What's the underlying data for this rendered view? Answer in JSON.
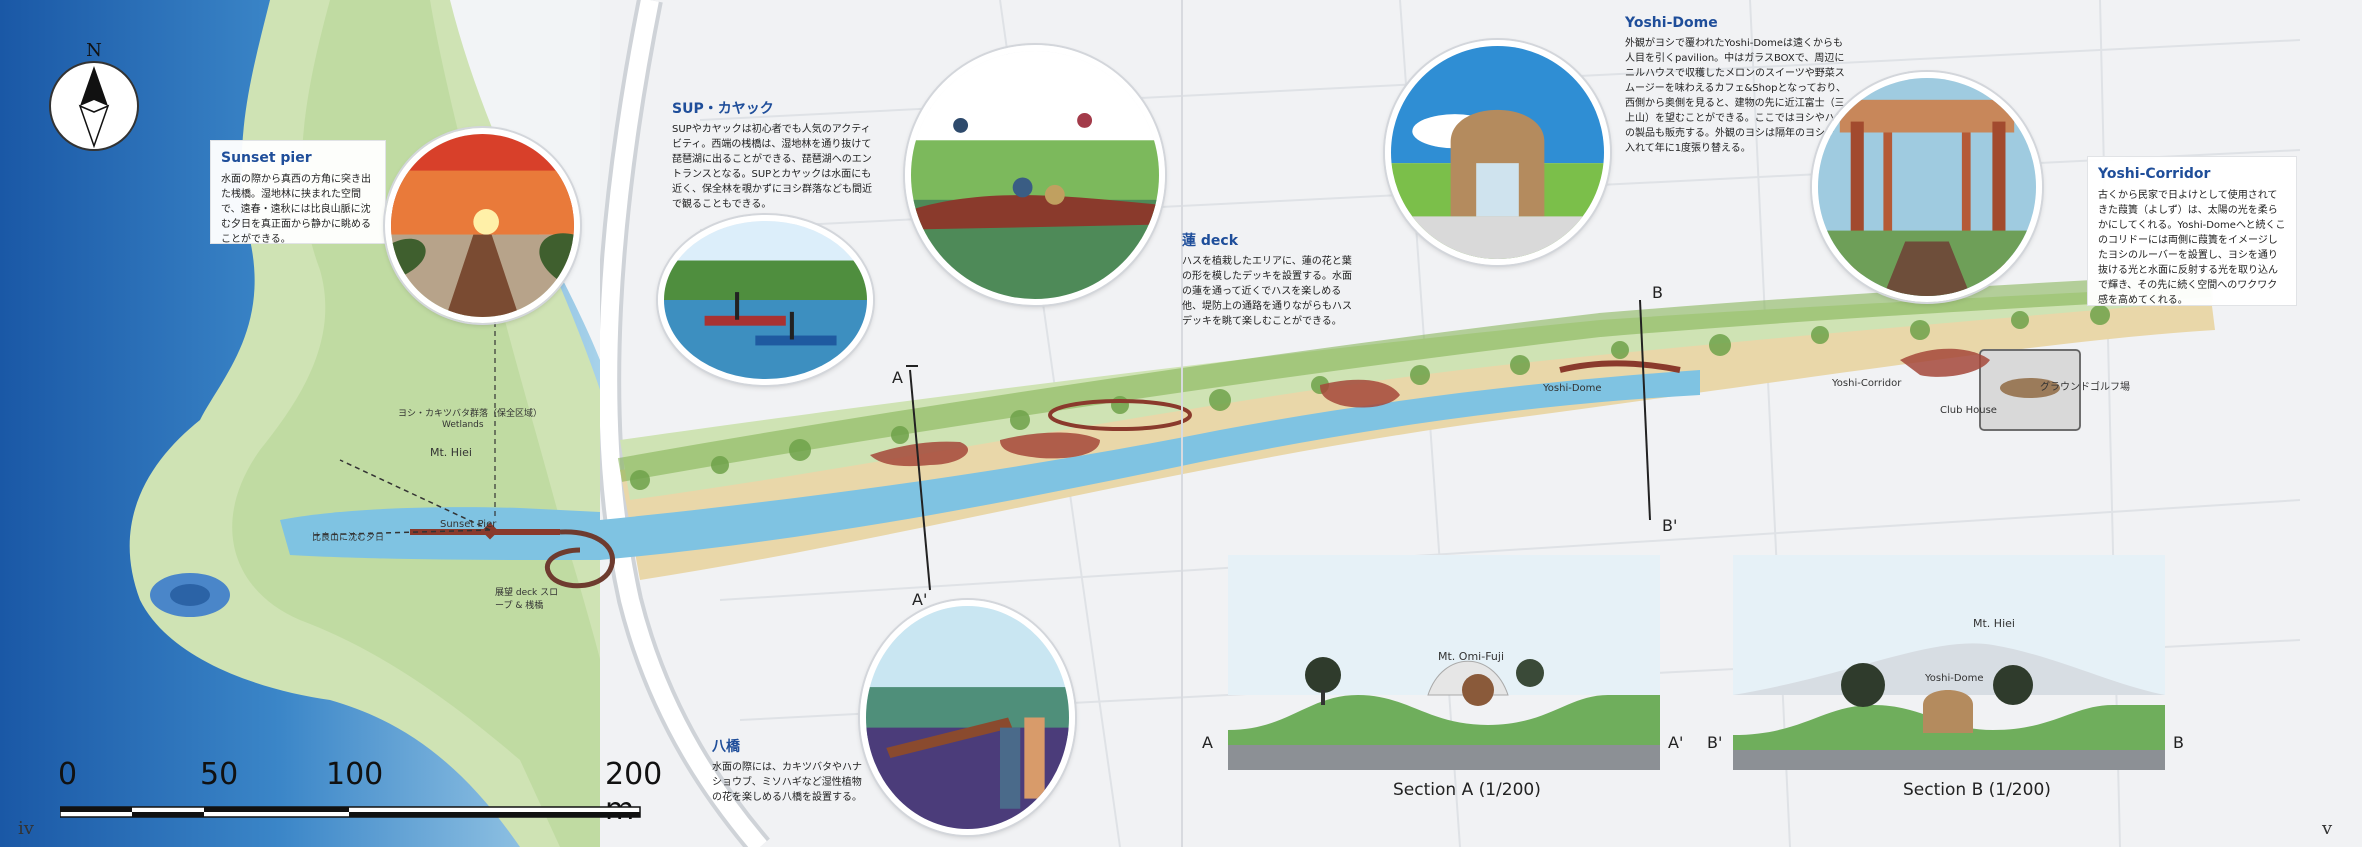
{
  "page_numbers": {
    "left": "iv",
    "right": "v"
  },
  "colors": {
    "sea_deep": "#1f63b3",
    "sea_light": "#a9d3ea",
    "land": "#cfe3b4",
    "water_channel": "#7fc3e2",
    "path": "#e9d7a9",
    "accent": "#1f4e9a",
    "pier": "#8a3a2c"
  },
  "compass": {
    "north_label": "N",
    "icon": "north-arrow-icon"
  },
  "scale_bar": {
    "ticks": [
      "0",
      "50",
      "100",
      "200 m"
    ]
  },
  "callouts": {
    "sunset_pier": {
      "title": "Sunset pier",
      "body": "水面の際から真西の方角に突き出た桟橋。湿地林に挟まれた空間で、遠春・遠秋には比良山脈に沈む夕日を真正面から静かに眺めることができる。"
    },
    "sup": {
      "title": "SUP・カヤック",
      "body": "SUPやカヤックは初心者でも人気のアクティビティ。西端の桟橋は、湿地林を通り抜けて琵琶湖に出ることができる、琵琶湖へのエントランスとなる。SUPとカヤックは水面にも近く、保全林を覗かずにヨシ群落なども間近で観ることもできる。"
    },
    "yoshi_deck": {
      "title": "蓮 deck",
      "body": "ハスを植栽したエリアに、蓮の花と葉の形を模したデッキを設置する。水面の蓮を通って近くでハスを楽しめる他、堤防上の通路を通りながらもハスデッキを眺て楽しむことができる。"
    },
    "yoshi_dome": {
      "title": "Yoshi-Dome",
      "body": "外観がヨシで覆われたYoshi-Domeは遠くからも人目を引くpavilion。中はガラスBOXで、周辺にニルハウスで収穫したメロンのスイーツや野菜スムージーを味わえるカフェ&Shopとなっており、西側から奥側を見ると、建物の先に近江富士（三上山）を望むことができる。ここではヨシやハスの製品も販売する。外観のヨシは隔年のヨシを刈入れて年に1度張り替える。"
    },
    "yoshi_corridor": {
      "title": "Yoshi-Corridor",
      "body": "古くから民家で日よけとして使用されてきた葭簀（よしず）は、太陽の光を柔らかにしてくれる。Yoshi-Domeへと続くこのコリドーには両側に葭簀をイメージしたヨシのルーバーを設置し、ヨシを通り抜ける光と水面に反射する光を取り込んで輝き、その先に続く空間へのワクワク感を高めてくれる。"
    },
    "yatsuhashi": {
      "title": "八橋",
      "body": "水面の際には、カキツバタやハナショウブ、ミソハギなど湿性植物の花を楽しめる八橋を設置する。"
    }
  },
  "map_labels": {
    "wetland_forest": "ヨシ・カキツバタ群落（保全区域）",
    "wetlands": "Wetlands",
    "mt_hiei": "Mt. Hiei",
    "sunset_pier": "Sunset Pier",
    "hira_mountains": "比良山に沈む夕日",
    "viewing_deck": "展望 deck スロープ & 桟橋",
    "yoshi_dome": "Yoshi-Dome",
    "yoshi_corridor": "Yoshi-Corridor",
    "club_house": "Club House",
    "ground_golf": "グラウンドゴルフ場",
    "section_a": "A",
    "section_a_prime": "A'",
    "section_b": "B",
    "section_b_prime": "B'"
  },
  "sections": {
    "a": {
      "title": "Section A (1/200)",
      "peak_label": "Mt. Omi-Fuji",
      "left": "A",
      "right": "A'"
    },
    "b": {
      "title": "Section B (1/200)",
      "peak_label": "Mt. Hiei",
      "building_label": "Yoshi-Dome",
      "left": "B'",
      "right": "B"
    }
  }
}
